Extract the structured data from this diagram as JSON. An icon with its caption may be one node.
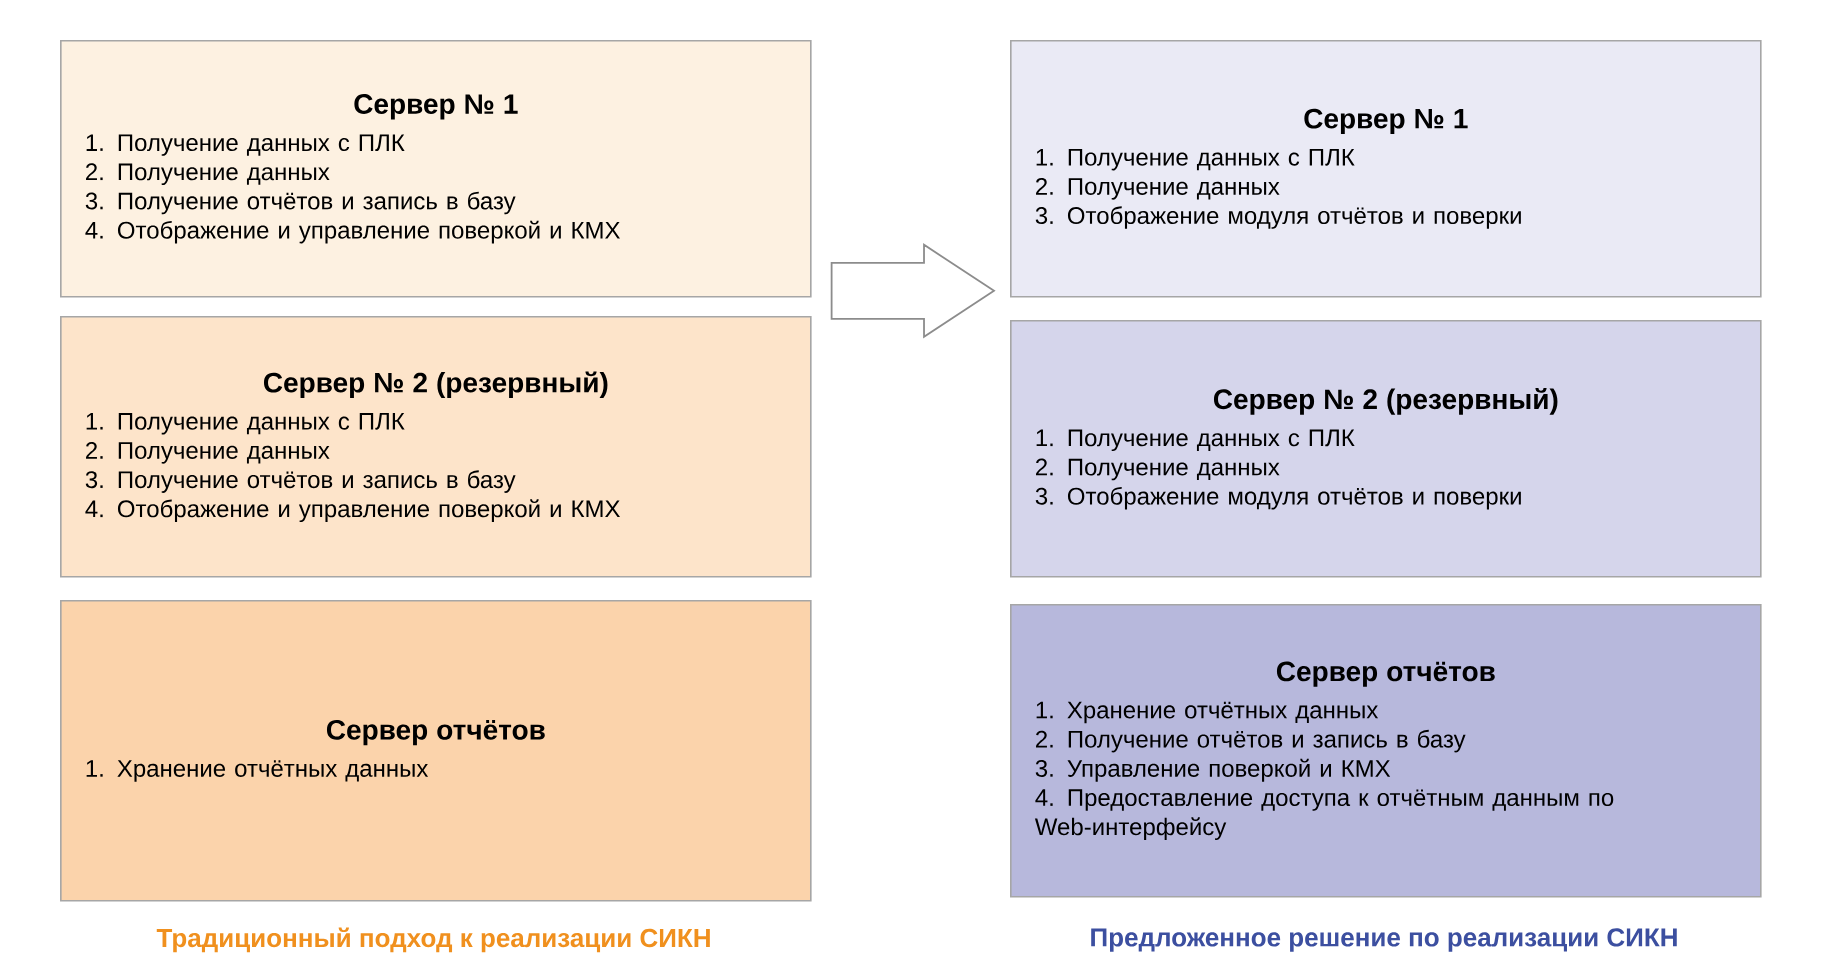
{
  "diagram": {
    "nodes": [
      {
        "text": [
          "Сервер № 1",
          "1. Получение данных с ПЛК",
          "2. Получение данных",
          "3. Получение отчётов и запись в базу",
          "4. Отображение и управление поверкой и КМХ"
        ]
      },
      {
        "text": [
          "Сервер № 2 (резервный)",
          "1. Получение данных с ПЛК",
          "2. Получение данных",
          "3. Получение отчётов и запись в базу",
          "4. Отображение и управление поверкой и КМХ"
        ]
      },
      {
        "text": [
          "Сервер отчётов",
          "1. Хранение отчётных данных"
        ]
      },
      {
        "text": [
          "Сервер № 1",
          "1. Получение данных с ПЛК",
          "2. Получение данных",
          "3. Отображение модуля отчётов и поверки"
        ]
      },
      {
        "text": [
          "Сервер № 2 (резервный)",
          "1. Получение данных с ПЛК",
          "2. Получение данных",
          "3. Отображение модуля отчётов и поверки"
        ]
      },
      {
        "text": [
          "Сервер отчётов",
          "1. Хранение отчётных данных",
          "2. Получение отчётов и запись в базу",
          "3. Управление поверкой и КМХ",
          "4. Предоставление доступа к отчётным данным по Web-интерфейсу"
        ]
      }
    ],
    "edges": [
      {
        "from": 0,
        "to": 3,
        "arrow": "to"
      }
    ],
    "labels": [
      "Традиционный подход к реализации СИКН",
      "Предложенное решение по реализации СИКН"
    ]
  }
}
